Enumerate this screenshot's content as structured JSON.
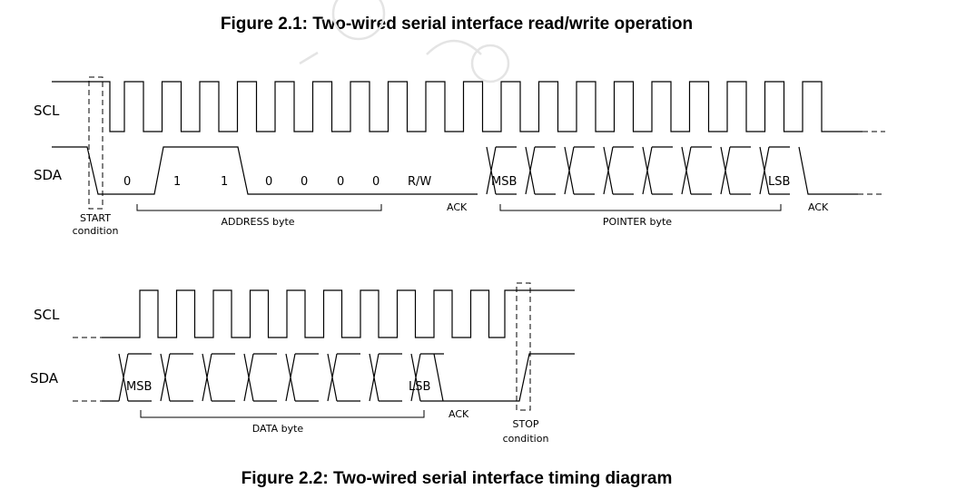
{
  "figure1": {
    "caption": "Figure 2.1: Two-wired serial interface read/write operation",
    "scl_label": "SCL",
    "sda_label": "SDA",
    "address_bits": [
      "0",
      "1",
      "1",
      "0",
      "0",
      "0",
      "0"
    ],
    "rw_label": "R/W",
    "msb_label": "MSB",
    "lsb_label": "LSB",
    "ack1_label": "ACK",
    "ack2_label": "ACK",
    "start_label_line1": "START",
    "start_label_line2": "condition",
    "address_byte_label": "ADDRESS byte",
    "pointer_byte_label": "POINTER byte"
  },
  "figure2": {
    "caption": "Figure 2.2: Two-wired serial interface timing diagram",
    "scl_label": "SCL",
    "sda_label": "SDA",
    "msb_label": "MSB",
    "lsb_label": "LSB",
    "ack_label": "ACK",
    "data_byte_label": "DATA byte",
    "stop_label_line1": "STOP",
    "stop_label_line2": "condition"
  }
}
